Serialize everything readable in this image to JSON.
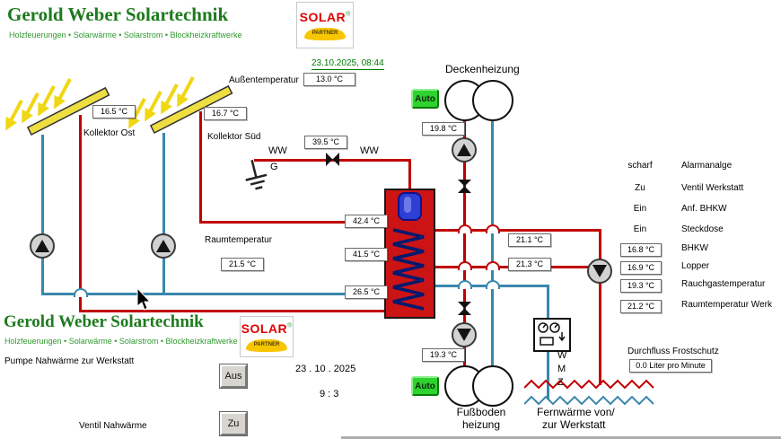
{
  "brand": {
    "title": "Gerold Weber Solartechnik",
    "subtitle": "Holzfeuerungen • Solarwärme • Solarstrom • Blockheizkraftwerke"
  },
  "logo": {
    "name": "SOLAR",
    "reg": "®",
    "partner": "PARTNER"
  },
  "top": {
    "datetime": "23.10.2025,  08:44",
    "outdoor_label": "Außentemperatur",
    "outdoor_value": "13.0 °C"
  },
  "collectors": {
    "ost_label": "Kollektor Ost",
    "ost_value": "16.5 °C",
    "sued_label": "Kollektor Süd",
    "sued_value": "16.7 °C"
  },
  "ceiling": {
    "label": "Deckenheizung",
    "supply_value": "19.8 °C"
  },
  "floor": {
    "line1": "Fußboden",
    "line2": "heizung",
    "supply_value": "19.3 °C"
  },
  "ww": {
    "left": "WW",
    "g": "G",
    "right": "WW",
    "value": "39.5 °C"
  },
  "tank": {
    "top_value": "42.4 °C",
    "mid_value": "41.5 °C",
    "bottom_value": "26.5 °C"
  },
  "room": {
    "label": "Raumtemperatur",
    "value": "21.5 °C"
  },
  "werkstatt": {
    "supply_value": "21.1 °C",
    "return_value": "21.3 °C"
  },
  "status": {
    "rows": [
      {
        "value": "scharf",
        "label": "Alarmanalge"
      },
      {
        "value": "Zu",
        "label": "Ventil Werkstatt"
      },
      {
        "value": "Ein",
        "label": "Anf. BHKW"
      },
      {
        "value": "Ein",
        "label": "Steckdose"
      },
      {
        "value": "16.8 °C",
        "label": "BHKW"
      },
      {
        "value": "16.9 °C",
        "label": "Lopper"
      },
      {
        "value": "19.3 °C",
        "label": "Rauchgastemperatur"
      },
      {
        "value": "21.2 °C",
        "label": "Raumtemperatur Werk"
      }
    ]
  },
  "flow": {
    "label": "Durchfluss Frostschutz",
    "value": "0.0 Liter pro Minute"
  },
  "wmz": {
    "letters": [
      "W",
      "M",
      "Z"
    ]
  },
  "fernwaerme": {
    "line1": "Fernwärme von/",
    "line2": "zur Werkstatt"
  },
  "controls": {
    "auto_label": "Auto",
    "pump_label": "Pumpe Nahwärme zur Werkstatt",
    "pump_state": "Aus",
    "valve_label": "Ventil Nahwärme",
    "valve_state": "Zu",
    "date": "23 . 10 . 2025",
    "time": "9 : 3"
  },
  "colors": {
    "pipe_hot": "#c00000",
    "pipe_cold": "#3a87ad",
    "auto_green": "#2fd32f",
    "brand_green": "#1d7a1d",
    "logo_red": "#e00000",
    "logo_yellow": "#f7c600",
    "collector_yellow": "#eede42",
    "tank_red": "#cc1414"
  }
}
